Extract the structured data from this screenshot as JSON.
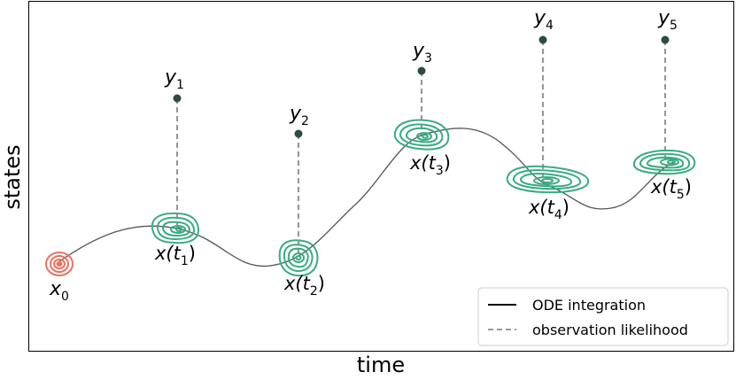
{
  "axes": {
    "xlabel": "time",
    "ylabel": "states"
  },
  "legend": {
    "ode_label": "ODE integration",
    "obs_label": "observation likelihood"
  },
  "initial_state": {
    "label": "x",
    "subscript": "0"
  },
  "observations": [
    {
      "label": "y",
      "subscript": "1"
    },
    {
      "label": "y",
      "subscript": "2"
    },
    {
      "label": "y",
      "subscript": "3"
    },
    {
      "label": "y",
      "subscript": "4"
    },
    {
      "label": "y",
      "subscript": "5"
    }
  ],
  "states": [
    {
      "label": "x(t",
      "subscript": "1",
      "close": ")"
    },
    {
      "label": "x(t",
      "subscript": "2",
      "close": ")"
    },
    {
      "label": "x(t",
      "subscript": "3",
      "close": ")"
    },
    {
      "label": "x(t",
      "subscript": "4",
      "close": ")"
    },
    {
      "label": "x(t",
      "subscript": "5",
      "close": ")"
    }
  ],
  "colors": {
    "initial": "#e8735e",
    "posterior": "#3aab82",
    "observation_dot": "#2f4a45",
    "trajectory": "#555555",
    "dashed": "#999999"
  }
}
